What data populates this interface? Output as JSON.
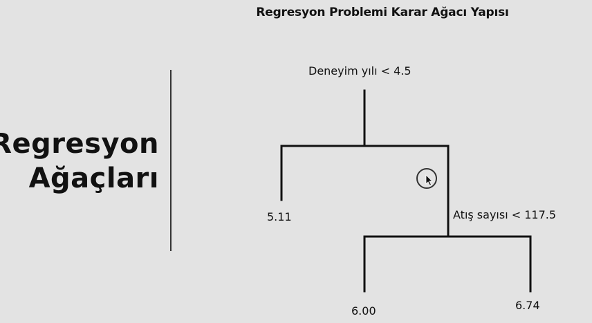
{
  "slide": {
    "title": "Regresyon Problemi Karar Ağacı Yapısı",
    "side_title_line1": "Regresyon",
    "side_title_line2": "Ağaçları"
  },
  "tree": {
    "root_split": "Deneyim yılı < 4.5",
    "left_leaf": "5.11",
    "right_split": "Atış sayısı < 117.5",
    "right_left_leaf": "6.00",
    "right_right_leaf": "6.74"
  },
  "colors": {
    "background": "#e3e3e3",
    "lines": "#111111"
  }
}
